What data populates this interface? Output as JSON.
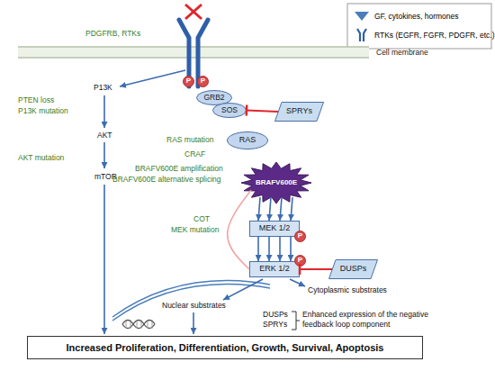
{
  "diagram": {
    "nodes": [
      {
        "text": [
          "P"
        ]
      },
      {
        "text": [
          "P"
        ]
      },
      {
        "text": [
          "GRB2"
        ]
      },
      {
        "text": [
          "SOS"
        ]
      },
      {
        "text": [
          "SPRYs"
        ]
      },
      {
        "text": [
          "RAS"
        ]
      },
      {
        "text": [
          "BRAFV600E"
        ]
      },
      {
        "text": [
          "MEK 1/2"
        ]
      },
      {
        "text": [
          "P"
        ]
      },
      {
        "text": [
          "ERK 1/2"
        ]
      },
      {
        "text": [
          "P"
        ]
      },
      {
        "text": [
          "DUSPs"
        ]
      },
      {
        "text": [
          "Increased Proliferation, Differentiation, Growth, Survival, Apoptosis"
        ]
      }
    ],
    "edges": [
      {
        "from": 4,
        "to": 3,
        "arrow": "to"
      },
      {
        "from": 6,
        "to": 7,
        "arrow": "to"
      },
      {
        "from": 7,
        "to": 9,
        "arrow": "to"
      },
      {
        "from": 11,
        "to": 9,
        "arrow": "to"
      },
      {
        "from": 9,
        "to": 6,
        "arrow": "none"
      }
    ],
    "labels": [
      "PDGFRB, RTKs",
      "Cell membrane",
      "P13K",
      "PTEN loss",
      "P13K mutation",
      "AKT",
      "AKT mutation",
      "mTOR",
      "RAS mutation",
      "CRAF",
      "BRAFV600E amplification",
      "BRAFV600E alternative splicing",
      "COT",
      "MEK mutation",
      "Nuclear substrates",
      "Cytoplasmic substrates",
      "DUSPs",
      "SPRYs",
      "Enhanced expression of the negative feedback loop component"
    ],
    "legend": [
      {
        "text": "GF, cytokines, hormones"
      },
      {
        "text": "RTKs (EGFR, FGFR, PDGFR, etc.)"
      }
    ]
  }
}
